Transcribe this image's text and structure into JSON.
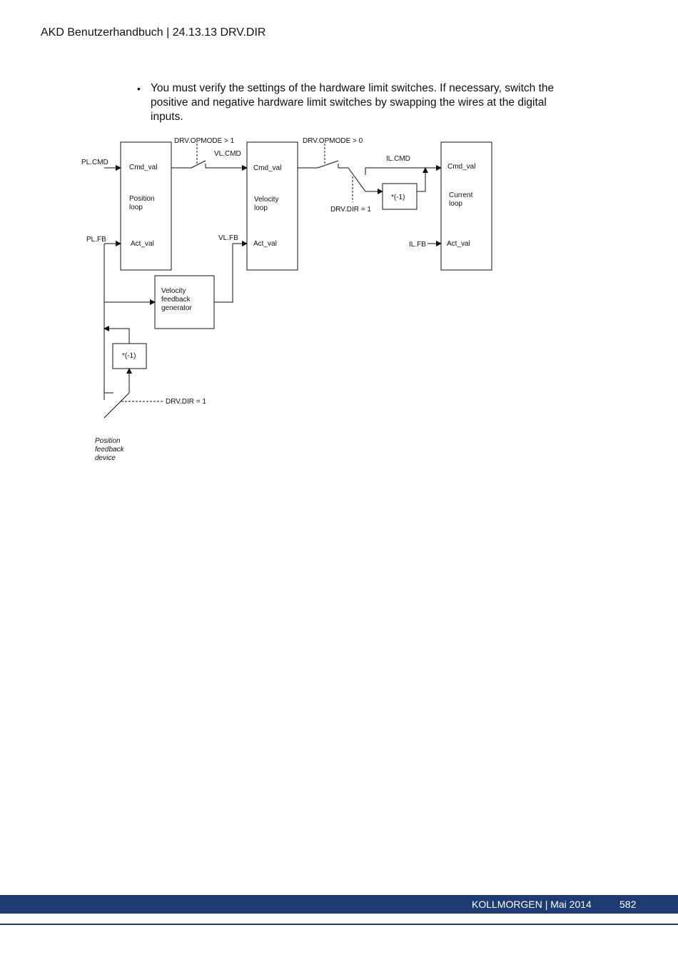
{
  "header": {
    "title": "AKD Benutzerhandbuch | 24.13.13 DRV.DIR"
  },
  "bullet": {
    "marker": "•",
    "text": "You must verify the settings of the hardware limit switches. If necessary, switch the positive and negative hardware limit switches by swapping the wires at the digital inputs."
  },
  "diagram": {
    "pl_cmd": "PL.CMD",
    "pl_fb": "PL.FB",
    "position_block": {
      "cmd": "Cmd_val",
      "name_1": "Position",
      "name_2": "loop",
      "act": "Act_val"
    },
    "opmode_1": "DRV.OPMODE > 1",
    "vl_cmd": "VL.CMD",
    "vl_fb": "VL.FB",
    "velocity_block": {
      "cmd": "Cmd_val",
      "name_1": "Velocity",
      "name_2": "loop",
      "act": "Act_val"
    },
    "opmode_2": "DRV.OPMODE > 0",
    "il_cmd": "IL.CMD",
    "il_fb": "IL.FB",
    "invert_label": "*(-1)",
    "drv_dir": "DRV.DIR = 1",
    "current_block": {
      "cmd": "Cmd_val",
      "name_1": "Current",
      "name_2": "loop",
      "act": "Act_val"
    },
    "feedback_generator": {
      "line_1": "Velocity",
      "line_2": "feedback",
      "line_3": "generator"
    },
    "device": {
      "line_1": "Position",
      "line_2": "feedback",
      "line_3": "device"
    }
  },
  "footer": {
    "text": "KOLLMORGEN | Mai 2014",
    "page": "582"
  },
  "colors": {
    "footer_bar": "#1f3b73",
    "text": "#111111"
  }
}
